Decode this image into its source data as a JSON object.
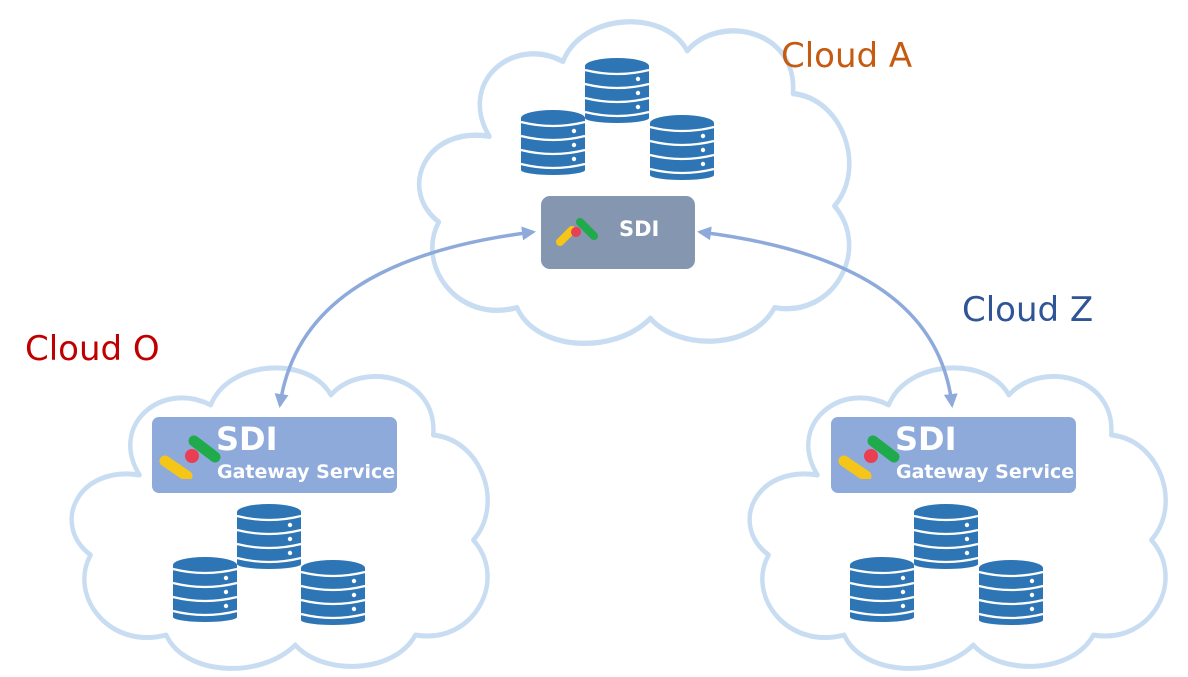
{
  "clouds": {
    "a": {
      "label": "Cloud A",
      "label_color": "#c55a11",
      "sdi_label": "SDI"
    },
    "o": {
      "label": "Cloud O",
      "label_color": "#c00000",
      "sdi_label": "SDI",
      "service_label": "Gateway Service"
    },
    "z": {
      "label": "Cloud Z",
      "label_color": "#2f5597",
      "sdi_label": "SDI",
      "service_label": "Gateway Service"
    }
  },
  "colors": {
    "cloud_outline": "#c9ddf2",
    "database": "#2e75b6",
    "arrow": "#8eaadb",
    "box_central": "#8496b0",
    "box_gateway": "#8eaadb",
    "logo_yellow": "#f5c518",
    "logo_red": "#ea3e52",
    "logo_green": "#1faa4b"
  },
  "icons": [
    "cloud-shape",
    "database-icon",
    "sdi-logo-icon",
    "double-arrow"
  ]
}
